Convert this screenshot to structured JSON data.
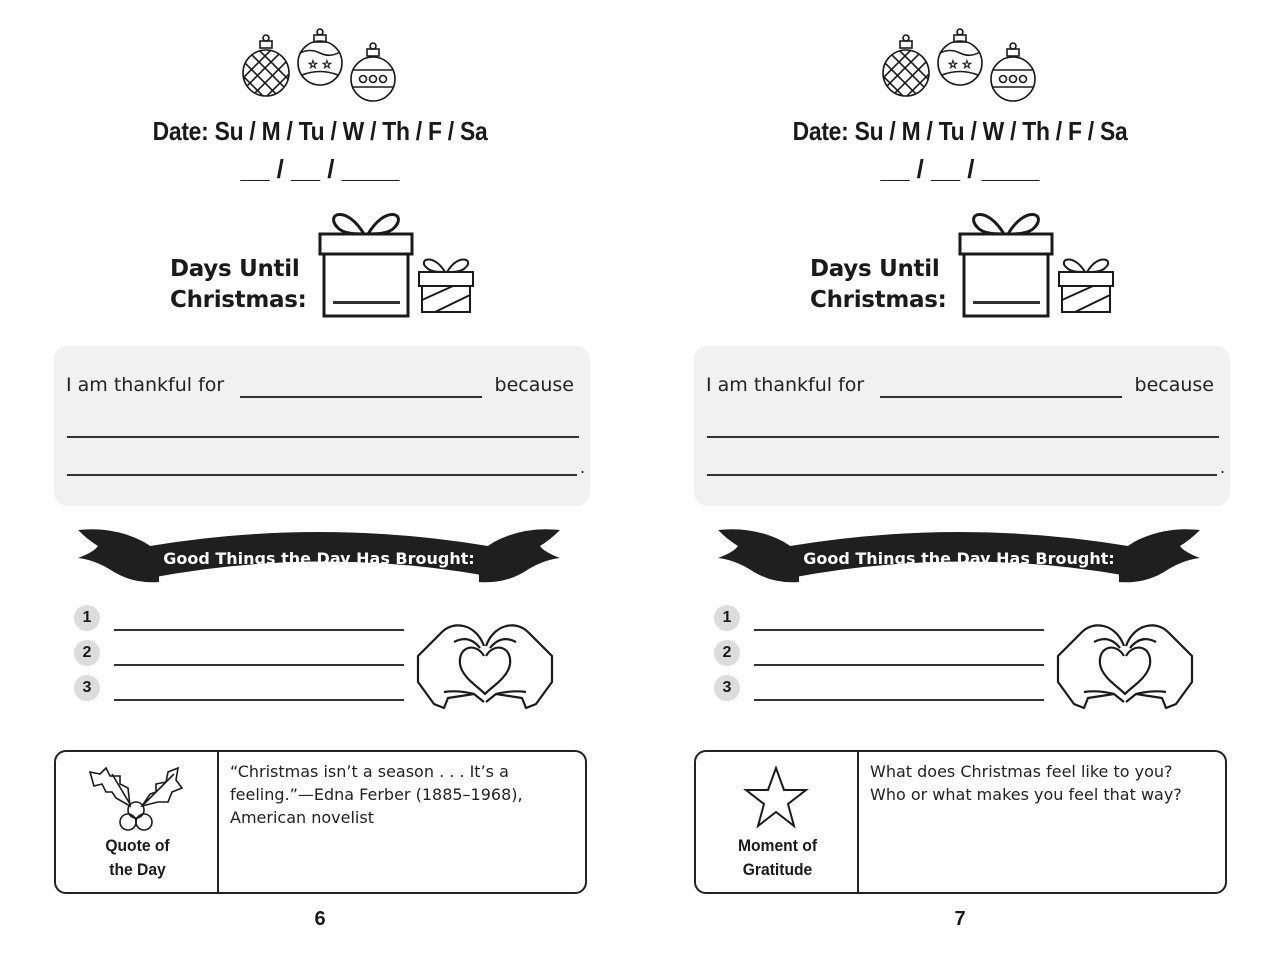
{
  "pages": [
    {
      "side": "left",
      "date_label": "Date: Su / M / Tu / W / Th / F / Sa",
      "date_blanks": "__ / __ / ____",
      "days_until": {
        "line1": "Days Until",
        "line2": "Christmas:"
      },
      "thankful": {
        "prefix": "I am thankful for",
        "suffix": "because",
        "end_mark": "."
      },
      "banner_title": "Good Things the Day Has Brought:",
      "list_numbers": [
        "1",
        "2",
        "3"
      ],
      "bottom": {
        "label_line1": "Quote of",
        "label_line2": "the Day",
        "icon": "holly-icon",
        "text": "“Christmas isn’t a season . . . It’s a feeling.”—Edna Ferber (1885–1968), American novelist"
      },
      "page_number": "6"
    },
    {
      "side": "right",
      "date_label": "Date: Su / M / Tu / W / Th / F / Sa",
      "date_blanks": "__ / __ / ____",
      "days_until": {
        "line1": "Days Until",
        "line2": "Christmas:"
      },
      "thankful": {
        "prefix": "I am thankful for",
        "suffix": "because",
        "end_mark": "."
      },
      "banner_title": "Good Things the Day Has Brought:",
      "list_numbers": [
        "1",
        "2",
        "3"
      ],
      "bottom": {
        "label_line1": "Moment of",
        "label_line2": "Gratitude",
        "icon": "star-icon",
        "text": "What does Christmas feel like to you? Who or what makes you feel that way?"
      },
      "page_number": "7"
    }
  ],
  "colors": {
    "ink": "#1a1a1a",
    "box_fill": "#f1f1f1",
    "number_circle": "#dcdcdc",
    "banner": "#1f1f1f"
  }
}
